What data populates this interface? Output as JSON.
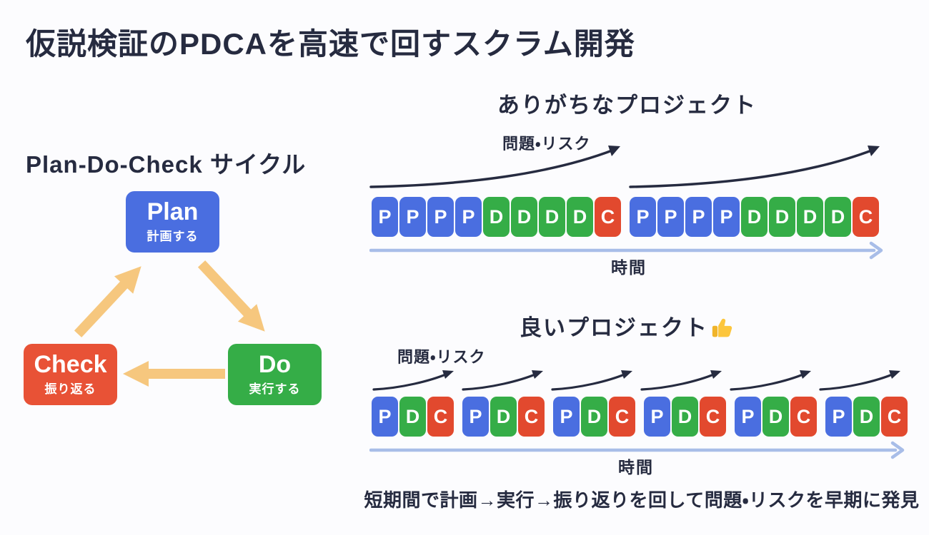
{
  "title": "仮説検証のPDCAを高速で回すスクラム開発",
  "colors": {
    "P": "#4a6ee0",
    "D": "#35ad47",
    "C": "#e2492e",
    "cycle_arrow_orange": "#f6c77e",
    "timeline_blue": "#a8bde8",
    "ink": "#262b40"
  },
  "cycle": {
    "heading": "Plan-Do-Check サイクル",
    "nodes": [
      {
        "id": "plan",
        "label": "Plan",
        "sublabel": "計画する"
      },
      {
        "id": "do",
        "label": "Do",
        "sublabel": "実行する"
      },
      {
        "id": "check",
        "label": "Check",
        "sublabel": "振り返る"
      }
    ]
  },
  "typical_project": {
    "heading": "ありがちなプロジェクト",
    "risk_label": "問題・リスク",
    "time_label": "時間",
    "sequence": [
      "P",
      "P",
      "P",
      "P",
      "D",
      "D",
      "D",
      "D",
      "C",
      "|",
      "P",
      "P",
      "P",
      "P",
      "D",
      "D",
      "D",
      "D",
      "C"
    ]
  },
  "good_project": {
    "heading": "良いプロジェクト",
    "thumbs_up": "👍",
    "risk_label": "問題・リスク",
    "time_label": "時間",
    "sequence": [
      "P",
      "D",
      "C",
      "|",
      "P",
      "D",
      "C",
      "|",
      "P",
      "D",
      "C",
      "|",
      "P",
      "D",
      "C",
      "|",
      "P",
      "D",
      "C",
      "|",
      "P",
      "D",
      "C"
    ]
  },
  "footer": "短期間で計画→実行→振り返りを回して問題・リスクを早期に発見"
}
